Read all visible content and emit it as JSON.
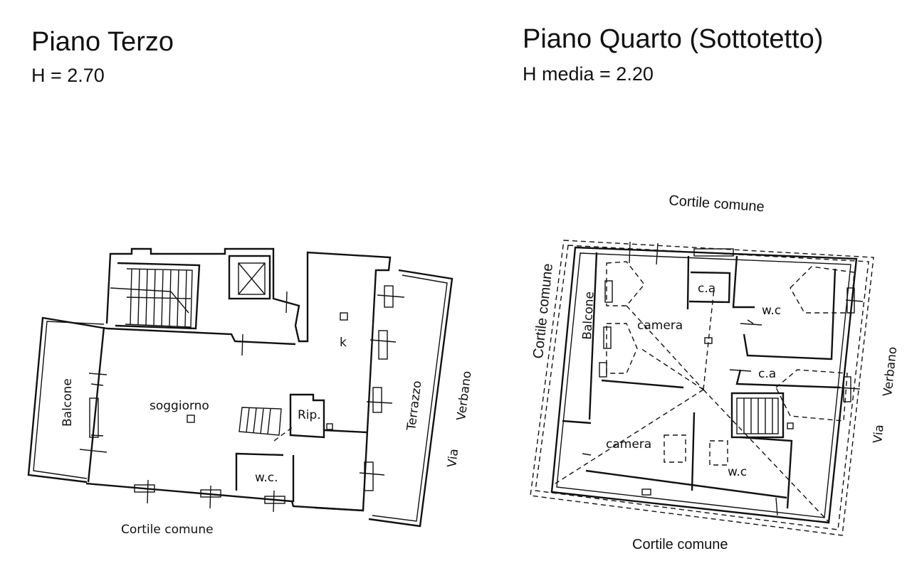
{
  "plan_left": {
    "title": "Piano Terzo",
    "height": "H = 2.70",
    "rooms": {
      "balcone": "Balcone",
      "soggiorno": "soggiorno",
      "k": "k",
      "rip": "Rip.",
      "wc": "w.c.",
      "terrazzo": "Terrazzo"
    },
    "streets": {
      "via": "Via",
      "verbano": "Verbano"
    },
    "courtyard_bottom": "Cortile comune"
  },
  "plan_right": {
    "title": "Piano Quarto (Sottotetto)",
    "height": "H media = 2.20",
    "rooms": {
      "balcone": "Balcone",
      "camera_top": "camera",
      "ca_top": "c.a",
      "wc_top": "w.c",
      "ca_mid": "c.a",
      "camera_bottom": "camera",
      "wc_bottom": "w.c"
    },
    "streets": {
      "via": "Via",
      "verbano": "Verbano"
    },
    "courtyard_top": "Cortile comune",
    "courtyard_left": "Cortile comune",
    "courtyard_bottom": "Cortile comune"
  }
}
